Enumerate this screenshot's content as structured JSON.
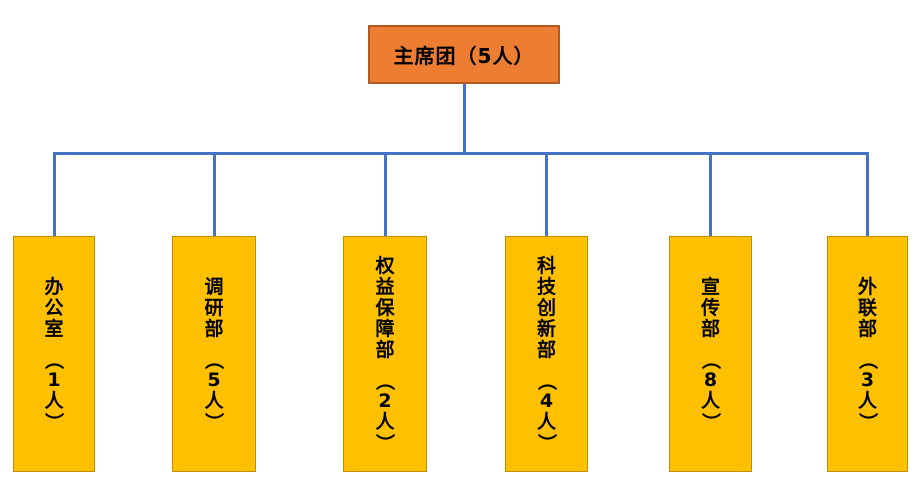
{
  "chart_title": "",
  "root": {
    "label": "主席团（5人）",
    "name": "主席团",
    "headcount": "5人"
  },
  "departments": [
    {
      "label": "办公室（1人）",
      "name": "办公室",
      "headcount": "1人"
    },
    {
      "label": "调研部（5人）",
      "name": "调研部",
      "headcount": "5人"
    },
    {
      "label": "权益保障部（2人）",
      "name": "权益保障部",
      "headcount": "2人"
    },
    {
      "label": "科技创新部（4人）",
      "name": "科技创新部",
      "headcount": "4人"
    },
    {
      "label": "宣传部（8人）",
      "name": "宣传部",
      "headcount": "8人"
    },
    {
      "label": "外联部（3人）",
      "name": "外联部",
      "headcount": "3人"
    }
  ],
  "colors": {
    "root_fill": "#ED7D31",
    "root_border": "#AE5A21",
    "dept_fill": "#FFC000",
    "dept_border": "#BF9000",
    "connector": "#4472C4"
  }
}
